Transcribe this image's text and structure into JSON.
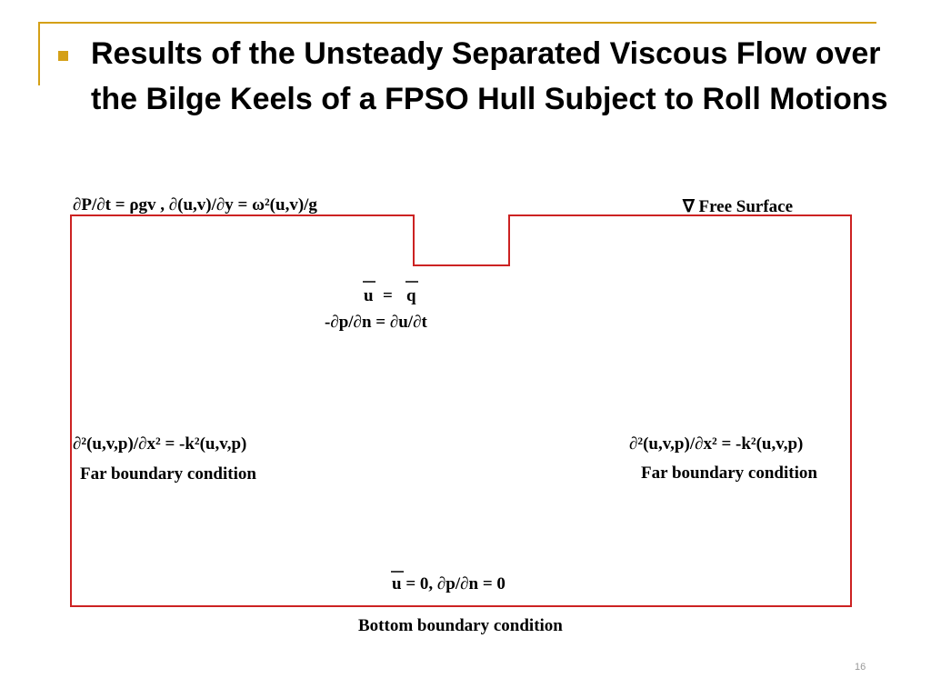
{
  "slide": {
    "title": "Results of the Unsteady Separated Viscous Flow over the Bilge Keels of a FPSO Hull Subject to Roll Motions",
    "bullet_icon": "square-bullet-icon",
    "accent_color": "#d4a017",
    "page_number": "16"
  },
  "diagram": {
    "boundary_color": "#cc2222",
    "top_condition": "∂P/∂t = ρgv ,    ∂(u,v)/∂y = ω²(u,v)/g",
    "free_surface_symbol": "∇",
    "free_surface_label": "Free Surface",
    "body": {
      "velocity_u": "u",
      "velocity_eq": "=",
      "velocity_q": "q",
      "pressure_condition": "-∂p/∂n = ∂u/∂t"
    },
    "far_left": {
      "equation": "∂²(u,v,p)/∂x² = -k²(u,v,p)",
      "label": "Far boundary condition"
    },
    "far_right": {
      "equation": "∂²(u,v,p)/∂x² = -k²(u,v,p)",
      "label": "Far boundary condition"
    },
    "bottom": {
      "velocity_u": "u",
      "condition_rest": " = 0, ∂p/∂n = 0",
      "label": "Bottom boundary condition"
    }
  }
}
